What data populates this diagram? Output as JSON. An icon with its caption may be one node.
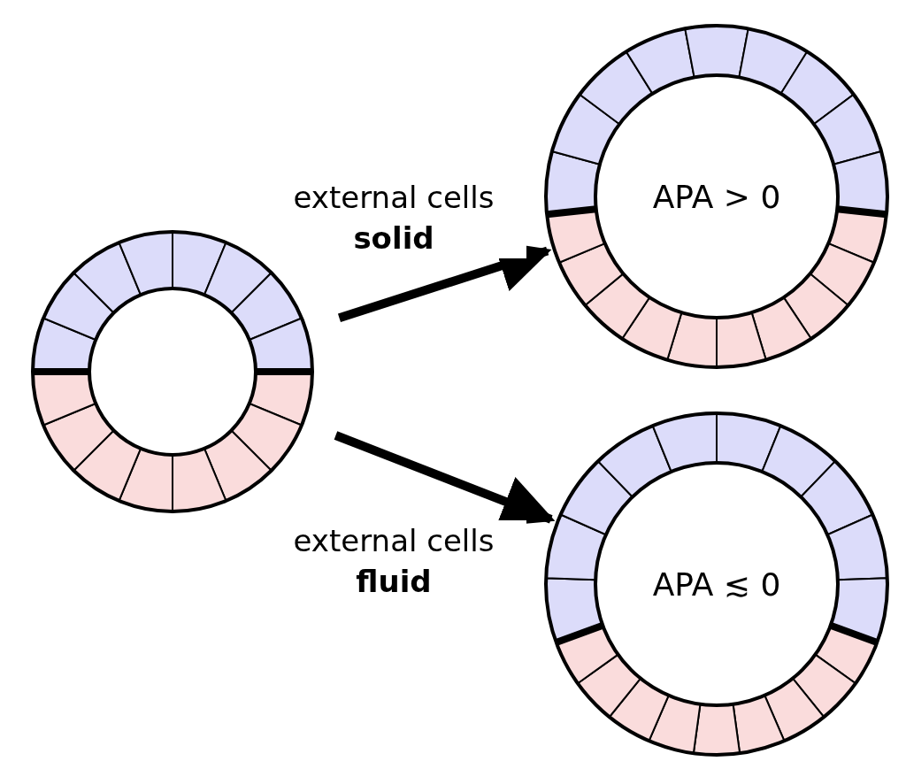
{
  "diagram": {
    "nodes": [
      {
        "text": [],
        "shape": "circle"
      },
      {
        "text": [
          "APA > 0"
        ]
      },
      {
        "text": [
          "APA ≲ 0"
        ]
      }
    ],
    "edges": [
      {
        "from": 0,
        "to": 1,
        "arrow": "to",
        "label": "external cells **solid**"
      },
      {
        "from": 0,
        "to": 2,
        "arrow": "to",
        "label": "external cells **fluid**"
      }
    ]
  }
}
